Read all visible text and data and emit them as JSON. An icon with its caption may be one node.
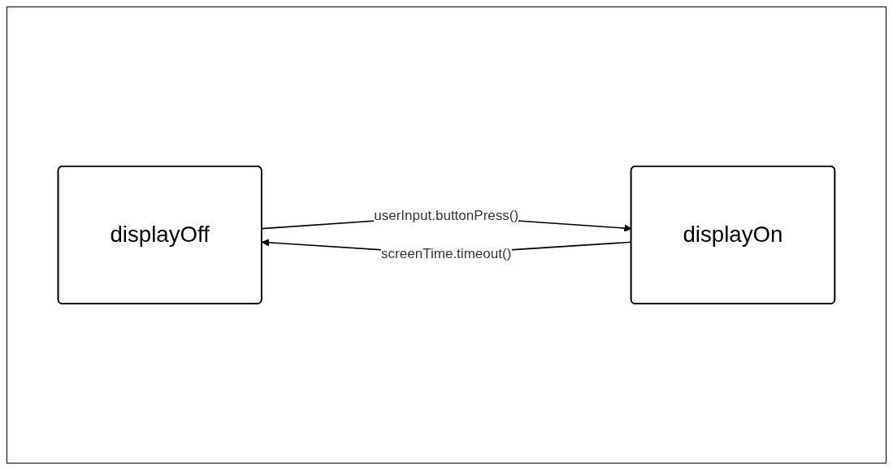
{
  "diagram": {
    "nodes": [
      {
        "text": [
          "displayOff"
        ]
      },
      {
        "text": [
          "displayOn"
        ]
      }
    ],
    "edges": [
      {
        "from": 0,
        "to": 1,
        "label": "userInput.buttonPress()",
        "arrow": "to"
      },
      {
        "from": 1,
        "to": 0,
        "label": "screenTime.timeout()",
        "arrow": "to"
      }
    ]
  }
}
